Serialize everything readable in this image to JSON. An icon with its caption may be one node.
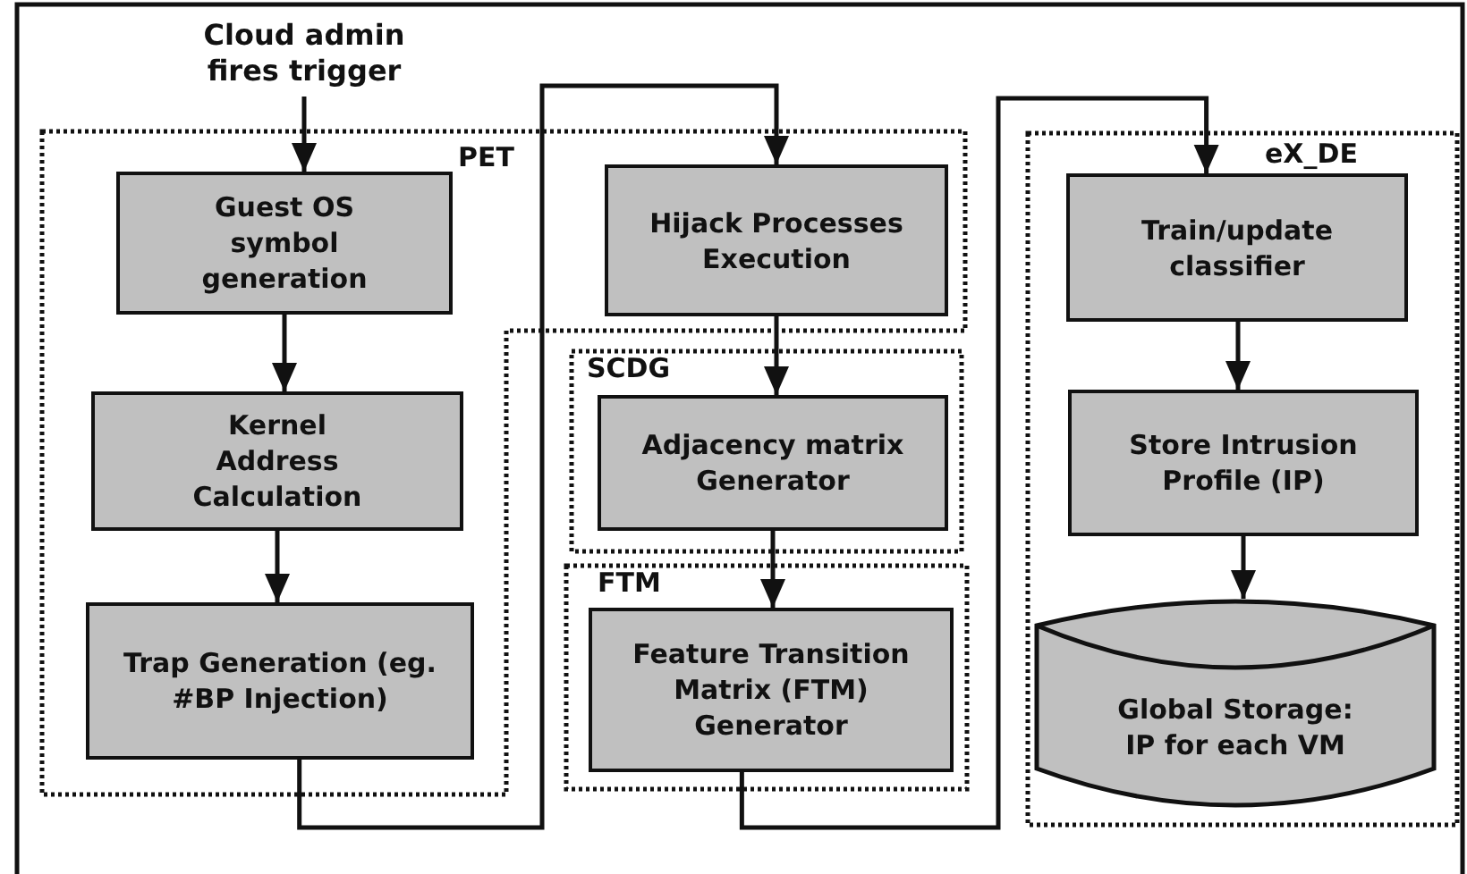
{
  "diagram": {
    "nodes": [
      {
        "text": [
          "Cloud admin fires trigger"
        ]
      },
      {
        "text": [
          "PET"
        ]
      },
      {
        "text": [
          "Guest OS symbol generation"
        ],
        "in": 1
      },
      {
        "text": [
          "Kernel Address Calculation"
        ],
        "in": 1
      },
      {
        "text": [
          "Trap Generation (eg. #BP Injection)"
        ],
        "in": 1
      },
      {
        "text": [
          "Hijack Processes Execution"
        ],
        "in": 1
      },
      {
        "text": [
          "SCDG"
        ]
      },
      {
        "text": [
          "Adjacency matrix Generator"
        ],
        "in": 6
      },
      {
        "text": [
          "FTM"
        ]
      },
      {
        "text": [
          "Feature Transition Matrix (FTM) Generator"
        ],
        "in": 8
      },
      {
        "text": [
          "eX_DE"
        ]
      },
      {
        "text": [
          "Train/update classifier"
        ],
        "in": 10
      },
      {
        "text": [
          "Store Intrusion Profile  (IP)"
        ],
        "in": 10
      },
      {
        "text": [
          "Global Storage: IP for each VM"
        ],
        "in": 10
      }
    ],
    "edges": [
      {
        "from": 0,
        "to": 2,
        "arrow": "to"
      },
      {
        "from": 2,
        "to": 3,
        "arrow": "to"
      },
      {
        "from": 3,
        "to": 4,
        "arrow": "to"
      },
      {
        "from": 4,
        "to": 5,
        "arrow": "to"
      },
      {
        "from": 5,
        "to": 7,
        "arrow": "to"
      },
      {
        "from": 7,
        "to": 9,
        "arrow": "to"
      },
      {
        "from": 9,
        "to": 11,
        "arrow": "to"
      },
      {
        "from": 11,
        "to": 12,
        "arrow": "to"
      },
      {
        "from": 12,
        "to": 13,
        "arrow": "to"
      }
    ]
  }
}
